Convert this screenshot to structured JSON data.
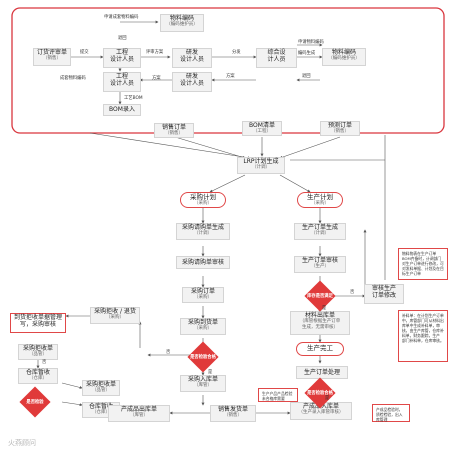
{
  "top": {
    "order_apply": {
      "title": "订货评审单",
      "sub": "（销售）"
    },
    "design1": {
      "title": "工程",
      "line2": "设计人员"
    },
    "rd1": {
      "title": "研发",
      "line2": "设计人员"
    },
    "composite": {
      "title": "综合设",
      "line2": "计人员"
    },
    "material_code1": {
      "title": "物料编码",
      "sub": "（编码维护员）"
    },
    "material_code2": {
      "title": "物料编码",
      "sub": "（编码维护员）"
    },
    "design2": {
      "title": "工程",
      "line2": "设计人员"
    },
    "rd2": {
      "title": "研发",
      "line2": "设计人员"
    },
    "bom_entry": {
      "title": "BOM录入"
    },
    "labels": {
      "apply_code": "申请成套物料编码",
      "submit": "提交",
      "return": "退回",
      "review_plan": "评审方案",
      "assign": "分发",
      "apply_code2": "申请物料编码",
      "code_create": "编码生成",
      "finish_code": "成套物料编码",
      "plan": "方案",
      "plan2": "方案",
      "return2": "退回",
      "process_bom": "工艺BOM"
    }
  },
  "mid": {
    "sales_order": {
      "title": "销售订单",
      "sub": "（销售）"
    },
    "bom_list": {
      "title": "BOM清单",
      "sub": "（工程）"
    },
    "forecast": {
      "title": "预测订单",
      "sub": "（销售）"
    },
    "lrp": {
      "title": "LRP计划生成",
      "sub": "（计调）"
    }
  },
  "purchase": {
    "plan": {
      "title": "采购计划",
      "sub": "（采购）"
    },
    "req_gen": {
      "title": "采购请购单生成",
      "sub": "（计调）"
    },
    "req_review": {
      "title": "采购请购单审核",
      "sub": ""
    },
    "po": {
      "title": "采购订单",
      "sub": "（采购）"
    },
    "arrival": {
      "title": "采购到货单",
      "sub": "（采购）"
    },
    "inbound": {
      "title": "采购入库单",
      "sub": "（库管）"
    },
    "return": {
      "title": "采购拒收 / 退货",
      "sub": "（采购）"
    }
  },
  "production": {
    "plan": {
      "title": "生产计划",
      "sub": "（采购）"
    },
    "order_gen": {
      "title": "生产订单生成",
      "sub": "（计调）"
    },
    "order_review": {
      "title": "生产订单审核",
      "sub": "（生产）"
    },
    "material_out": {
      "title": "材料出库单",
      "sub": "（库管根据生产订单",
      "sub2": "生成，无需审核）"
    },
    "complete": {
      "title": "生产完工",
      "sub": ""
    },
    "order_process": {
      "title": "生产订单处理",
      "sub": ""
    },
    "product_in": {
      "title": "产成品入库单",
      "sub": "（生产录入库管审核）"
    },
    "review_modify": {
      "title": "审核生产",
      "line2": "订单修改"
    }
  },
  "left": {
    "return_note": {
      "title": "到货拒收单据管理",
      "line2": "写，采购审核"
    },
    "reject_form": {
      "title": "采购拒收单",
      "sub": "（品管）"
    },
    "storage_in": {
      "title": "仓库暂收",
      "sub": "（仓库）"
    },
    "purchase_reject": {
      "title": "采购拒收单",
      "sub": "（品管）"
    },
    "storage_in2": {
      "title": "仓库暂收",
      "sub": "（仓库）"
    }
  },
  "bottom": {
    "product_out": {
      "title": "产成品出库单",
      "sub": "（库管）"
    },
    "sales_ship": {
      "title": "销售发货单",
      "sub": "（销售）"
    }
  },
  "decisions": {
    "enough": "库存是否满足",
    "check1": "是否检验合格",
    "check2": "是否检验",
    "check3": "是否检验合格"
  },
  "flow_labels": {
    "yes": "是",
    "no": "否",
    "yes2": "是",
    "no2": "否",
    "no3": "否",
    "yes3": "是"
  },
  "notes": {
    "n1": "物料物表在生产订单BOM齐备时，计调部门对生产订单进行修改，可对发料单据、计划及在目标生产订单",
    "n2": "补料单：在计划生产订单中，库管部门可从材料出库单中生成补料单，审核，由生产库管，仓库补料单，财务跟踪，生产 部门补料单，仓库审核。",
    "n3": "生产产品产品检验未合格库需要",
    "n4": "产成品检验时，质检检验，出入库管理"
  },
  "watermark": "火燕顾问",
  "colors": {
    "accent": "#e04848",
    "box": "#f2f2f2",
    "line": "#555555"
  }
}
